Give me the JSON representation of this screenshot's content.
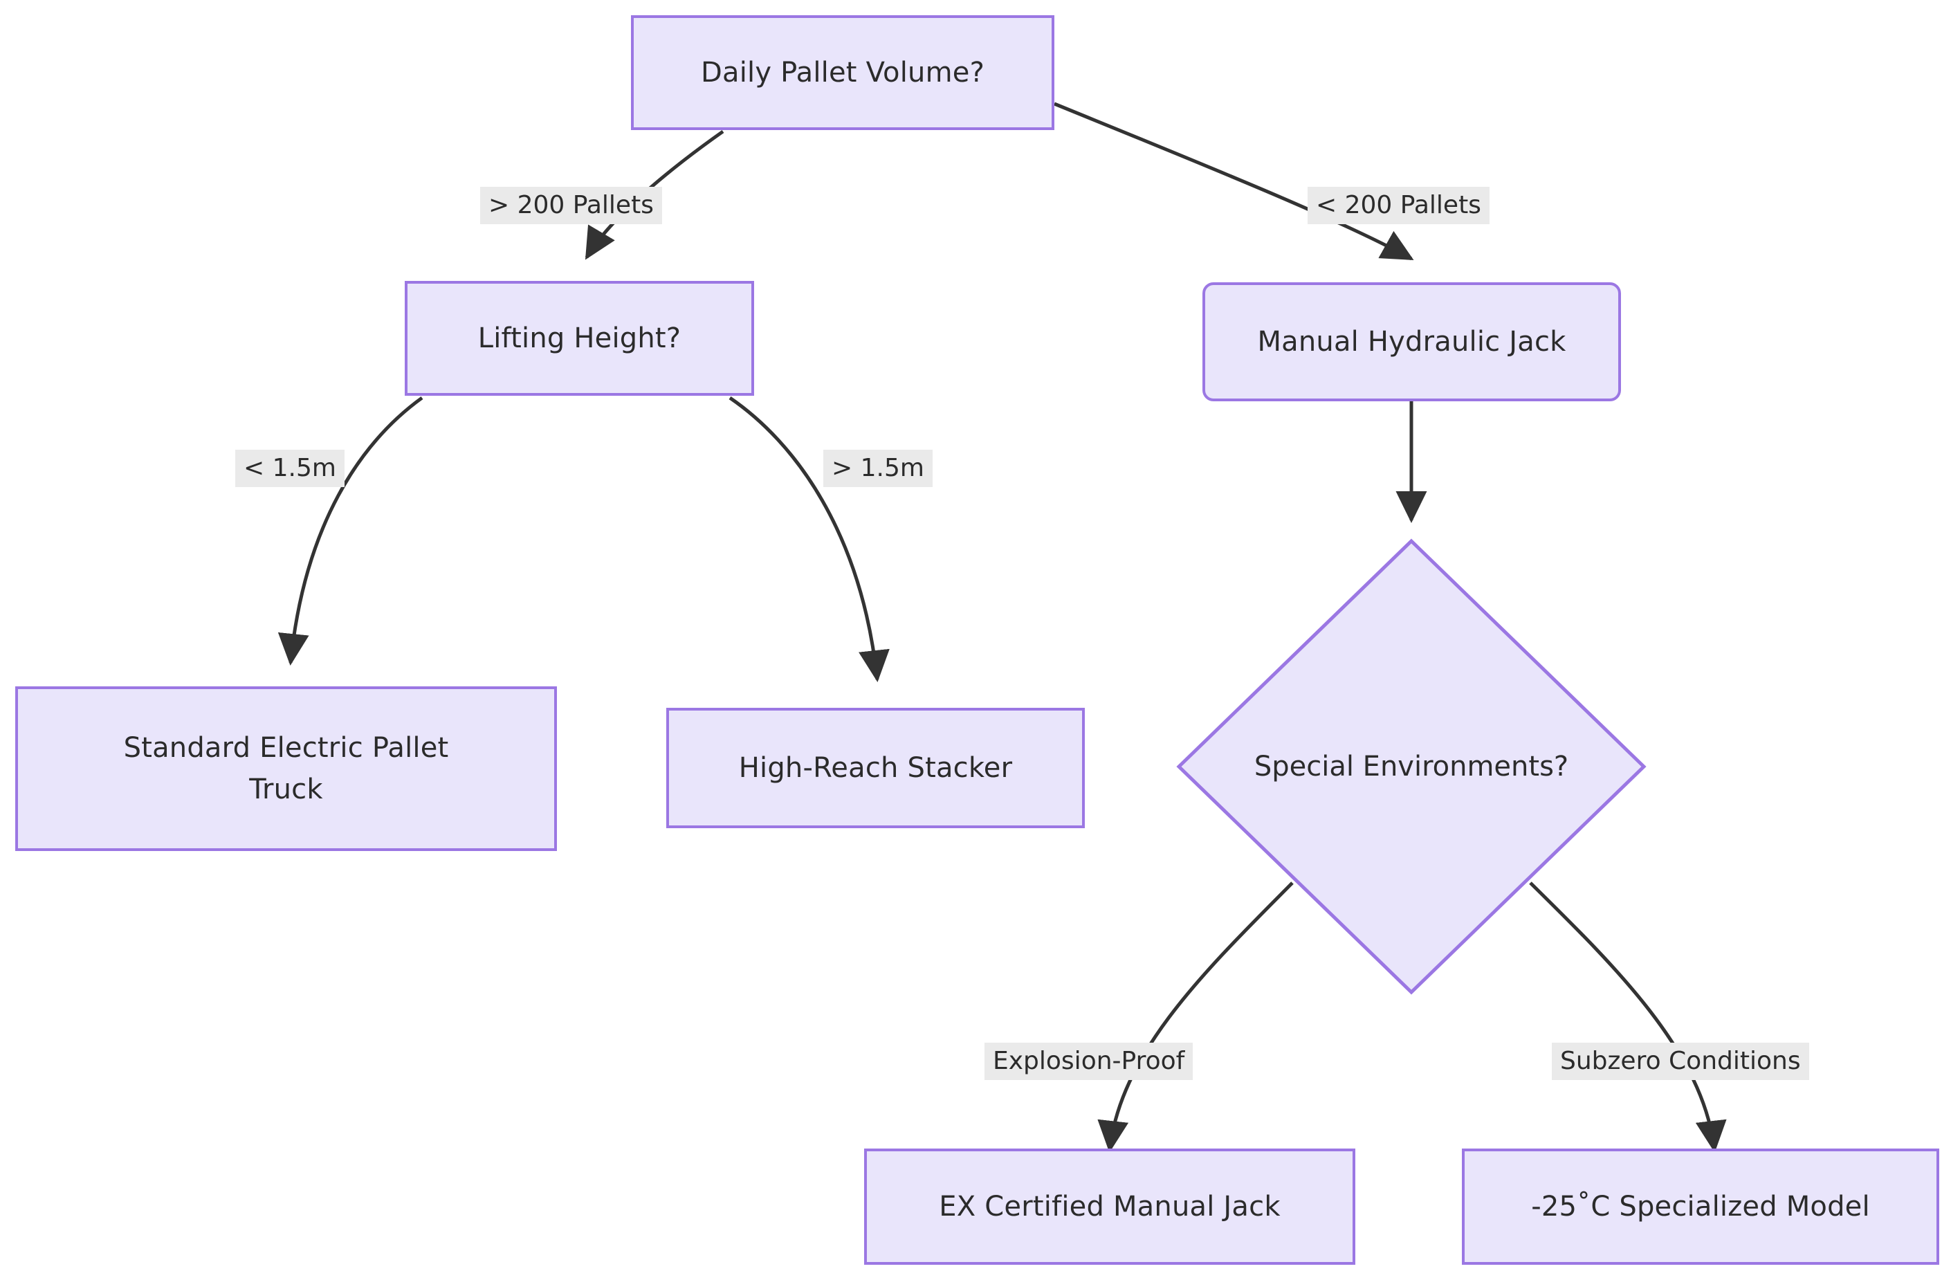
{
  "diagram": {
    "type": "flowchart",
    "direction": "top-down",
    "background_color": "#ffffff",
    "node_fill_color": "#e9e5fb",
    "node_border_color": "#9b77e3",
    "node_text_color": "#2b2b2b",
    "edge_color": "#333333",
    "edge_label_background": "#eaeaea",
    "nodes": [
      {
        "id": "daily_pallet_volume",
        "label": "Daily Pallet Volume?",
        "shape": "rectangle"
      },
      {
        "id": "lifting_height",
        "label": "Lifting Height?",
        "shape": "rectangle"
      },
      {
        "id": "manual_hydraulic_jack",
        "label": "Manual Hydraulic Jack",
        "shape": "rounded-rectangle"
      },
      {
        "id": "standard_electric_pallet_truck",
        "label": "Standard Electric Pallet\nTruck",
        "shape": "rectangle"
      },
      {
        "id": "high_reach_stacker",
        "label": "High-Reach Stacker",
        "shape": "rectangle"
      },
      {
        "id": "special_environments",
        "label": "Special Environments?",
        "shape": "diamond"
      },
      {
        "id": "ex_certified_manual_jack",
        "label": "EX Certified Manual Jack",
        "shape": "rectangle"
      },
      {
        "id": "subzero_specialized_model",
        "label": "-25˚C Specialized Model",
        "shape": "rectangle"
      }
    ],
    "edges": [
      {
        "from": "daily_pallet_volume",
        "to": "lifting_height",
        "label": "> 200 Pallets"
      },
      {
        "from": "daily_pallet_volume",
        "to": "manual_hydraulic_jack",
        "label": "< 200 Pallets"
      },
      {
        "from": "lifting_height",
        "to": "standard_electric_pallet_truck",
        "label": "< 1.5m"
      },
      {
        "from": "lifting_height",
        "to": "high_reach_stacker",
        "label": "> 1.5m"
      },
      {
        "from": "manual_hydraulic_jack",
        "to": "special_environments",
        "label": ""
      },
      {
        "from": "special_environments",
        "to": "ex_certified_manual_jack",
        "label": "Explosion-Proof"
      },
      {
        "from": "special_environments",
        "to": "subzero_specialized_model",
        "label": "Subzero Conditions"
      }
    ]
  }
}
